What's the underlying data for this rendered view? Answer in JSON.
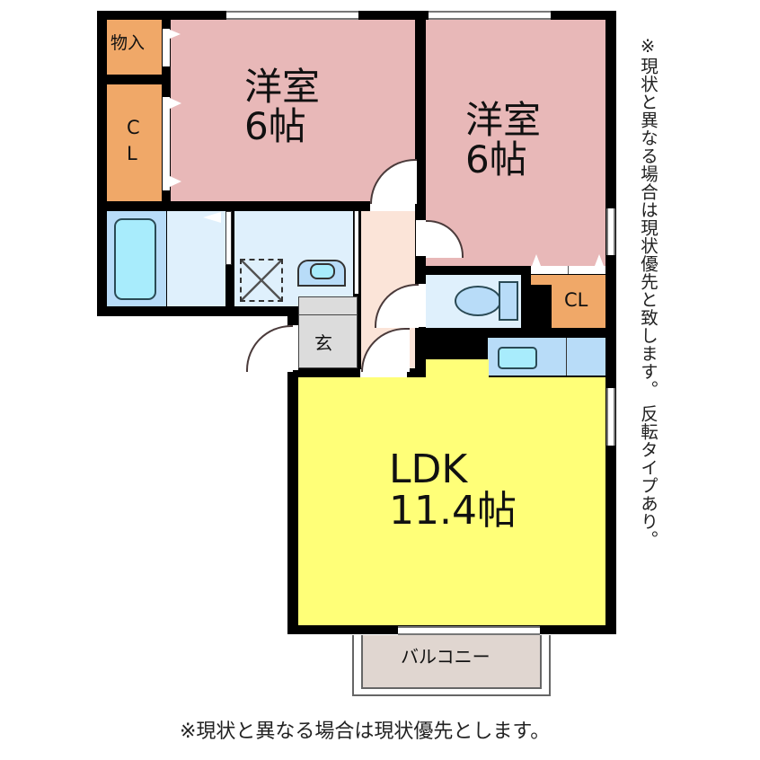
{
  "floorplan": {
    "rooms": [
      {
        "id": "western-room-1",
        "label": "洋室\n6帖",
        "type": "洋室",
        "size_jo": "6"
      },
      {
        "id": "western-room-2",
        "label": "洋室\n6帖",
        "type": "洋室",
        "size_jo": "6"
      },
      {
        "id": "ldk",
        "label": "LDK\n11.4帖",
        "type": "LDK",
        "size_jo": "11.4"
      },
      {
        "id": "storage",
        "label": "物入"
      },
      {
        "id": "closet-1",
        "label": "C\nL"
      },
      {
        "id": "closet-2",
        "label": "CL"
      },
      {
        "id": "entrance",
        "label": "玄"
      },
      {
        "id": "balcony",
        "label": "バルコニー"
      }
    ],
    "unlabeled_areas": [
      "bathroom",
      "washroom",
      "toilet",
      "kitchen",
      "hallway"
    ]
  },
  "notes": {
    "side_note": "※現状と異なる場合は現状優先と致します。 反転タイプあり。",
    "bottom_note": "※現状と異なる場合は現状優先とします。"
  },
  "colors": {
    "western_room": "#e8b8b8",
    "closet": "#f0a868",
    "ldk": "#ffff78",
    "wet_area": "#dff0fc",
    "hallway": "#fbe4d8",
    "entrance": "#dcdcdc",
    "balcony": "#e0d6d0"
  }
}
